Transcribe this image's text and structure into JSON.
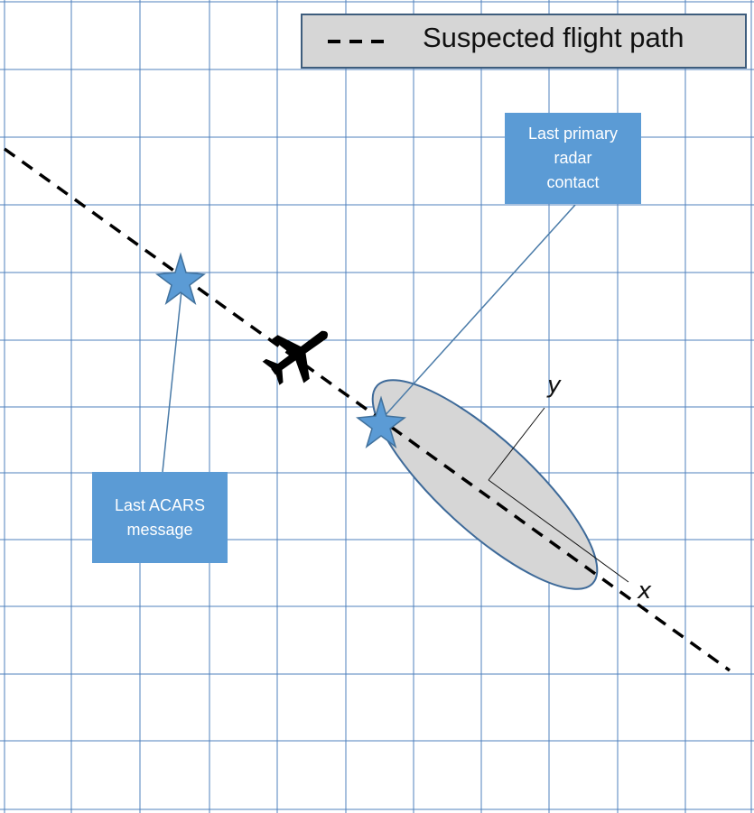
{
  "legend": {
    "label": "Suspected flight path",
    "line_style": "dashed"
  },
  "callouts": {
    "last_acars": "Last ACARS\nmessage",
    "last_radar": "Last primary\nradar\ncontact"
  },
  "axes": {
    "x_label": "x",
    "y_label": "y"
  },
  "colors": {
    "grid": "#4f81bd",
    "callout_fill": "#5b9bd5",
    "star_fill": "#5b9bd5",
    "ellipse_fill": "#d6d6d6",
    "ellipse_stroke": "#3e6a99",
    "path": "#000000",
    "legend_fill": "#d6d6d6"
  },
  "icons": {
    "aircraft": "airplane-icon",
    "marker": "star-icon"
  }
}
